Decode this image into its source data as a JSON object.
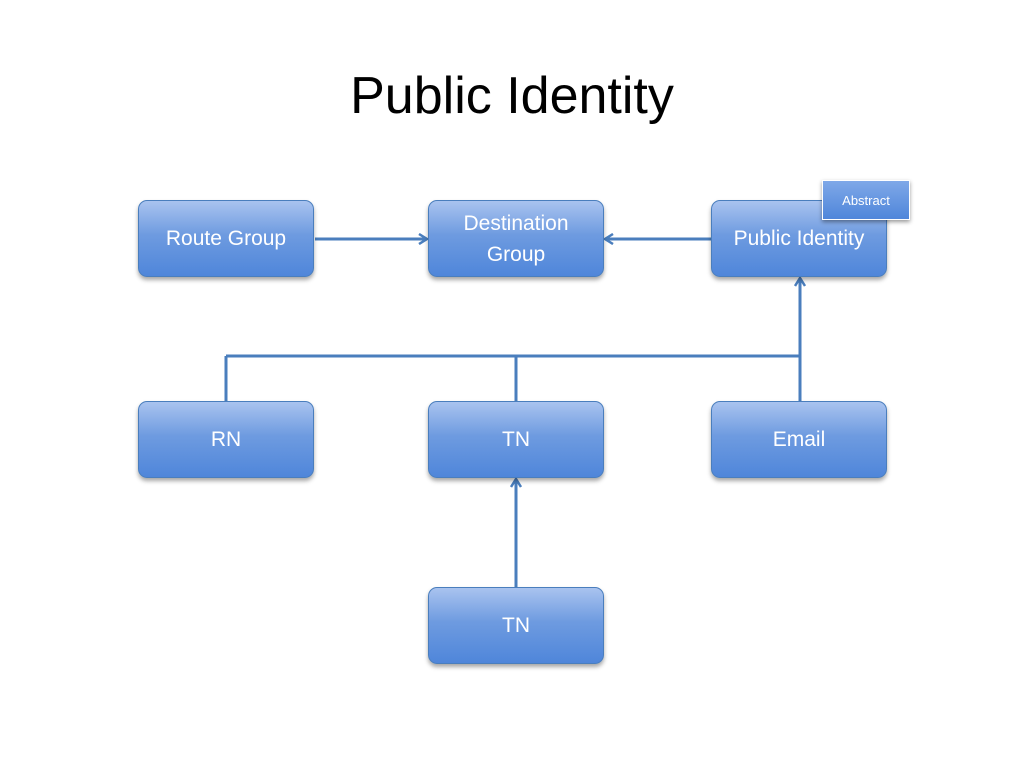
{
  "title": "Public Identity",
  "nodes": {
    "route_group": "Route Group",
    "destination_group": "Destination Group",
    "public_identity": "Public Identity",
    "rn": "RN",
    "tn": "TN",
    "email": "Email",
    "tn_lower": "TN"
  },
  "tag": {
    "abstract": "Abstract"
  },
  "colors": {
    "node_fill_top": "#a9c3ef",
    "node_fill_bottom": "#4f86da",
    "connector": "#4a7ebd",
    "text": "#ffffff"
  }
}
